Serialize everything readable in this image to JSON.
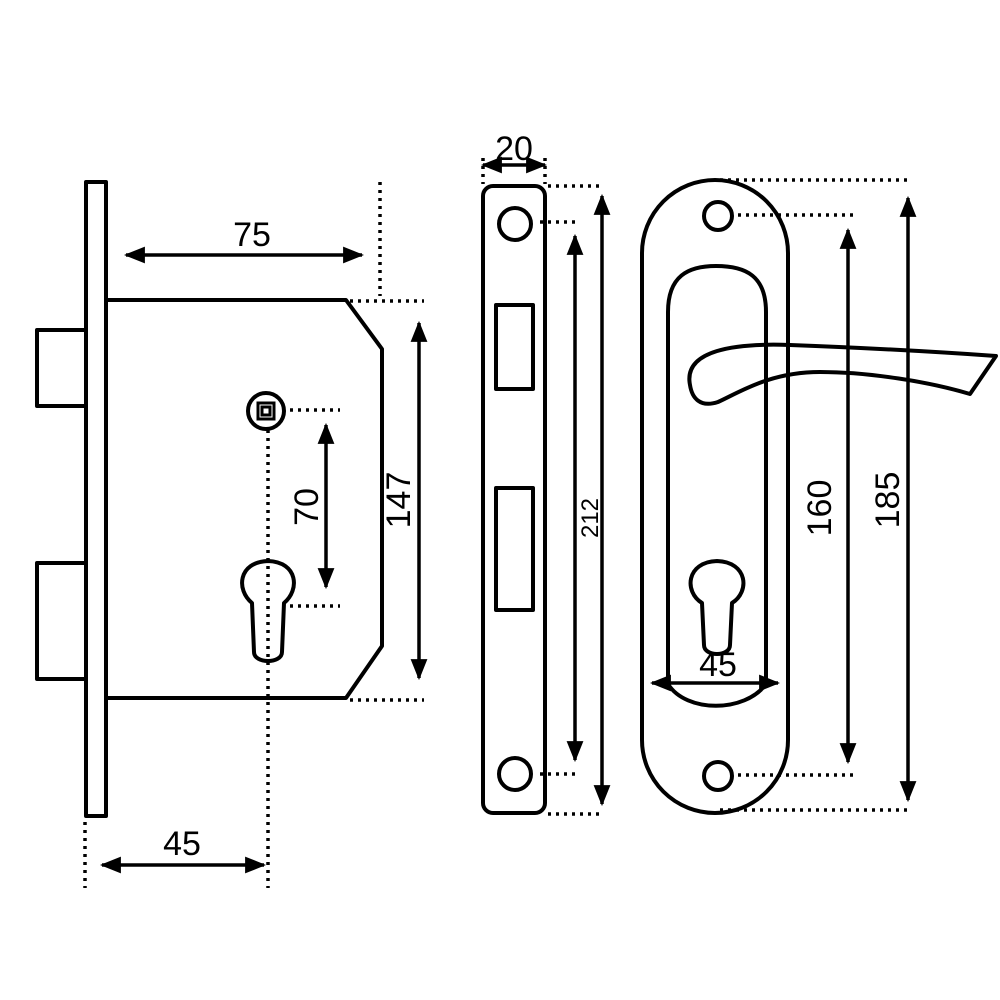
{
  "dimensions": {
    "backset": "75",
    "bolt_height": "147",
    "center_distance": "70",
    "left_backset": "45",
    "faceplate_width": "20",
    "faceplate_length": "212",
    "plate_hole_spacing": "160",
    "plate_length": "185",
    "plate_width": "45"
  }
}
